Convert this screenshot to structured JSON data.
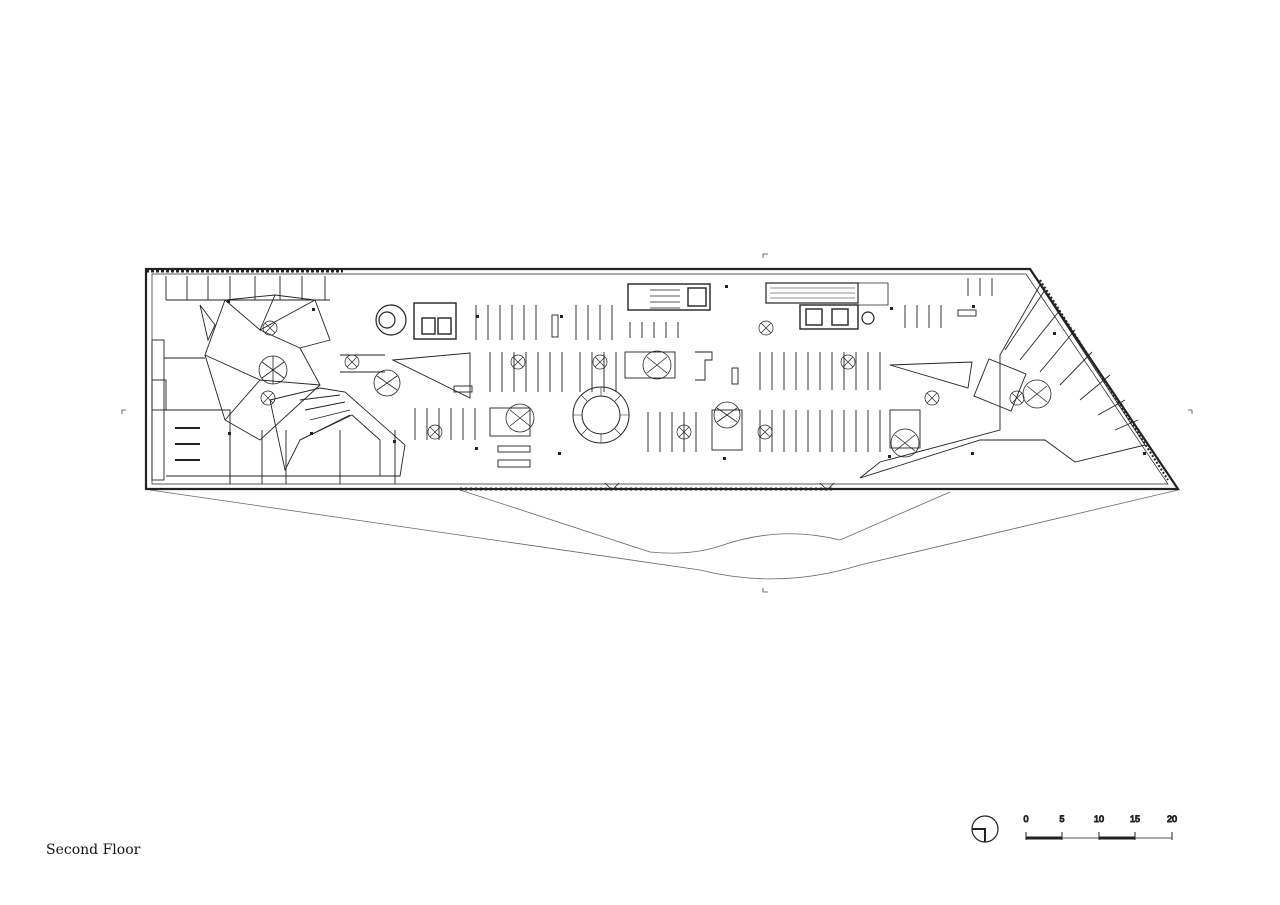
{
  "drawing": {
    "title": "Second Floor",
    "scale_bar": {
      "ticks": [
        "0",
        "5",
        "10",
        "15",
        "20"
      ]
    }
  },
  "colors": {
    "line": "#222222",
    "light_line": "#555555",
    "background": "#ffffff"
  },
  "icons": [
    "north-arrow-icon",
    "tree-icon",
    "spiral-stair-icon",
    "escalator-icon",
    "column-icon"
  ]
}
